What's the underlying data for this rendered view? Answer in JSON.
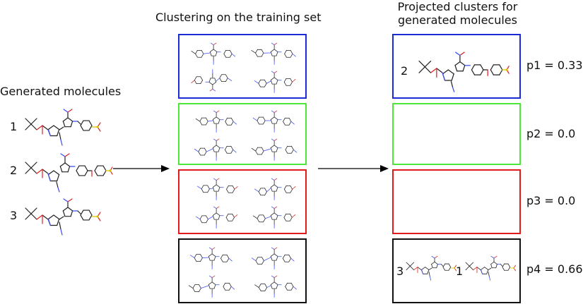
{
  "headings": {
    "generated": "Generated molecules",
    "clustering": "Clustering on the training set",
    "projected": "Projected clusters for generated molecules"
  },
  "generated_molecules": [
    {
      "label": "1"
    },
    {
      "label": "2"
    },
    {
      "label": "3"
    }
  ],
  "clusters": [
    {
      "color": "#1a2bd6",
      "probability_text": "p1 = 0.33",
      "projected_labels": [
        "2"
      ]
    },
    {
      "color": "#4fe63a",
      "probability_text": "p2 = 0.0",
      "projected_labels": []
    },
    {
      "color": "#e01b1b",
      "probability_text": "p3 = 0.0",
      "projected_labels": []
    },
    {
      "color": "#111111",
      "probability_text": "p4 = 0.66",
      "projected_labels": [
        "3",
        "1"
      ]
    }
  ],
  "colors": {
    "bond": "#222222",
    "nitrogen": "#3b4cf0",
    "oxygen": "#e02020",
    "sulfur": "#d9c200",
    "arrow": "#000000"
  }
}
